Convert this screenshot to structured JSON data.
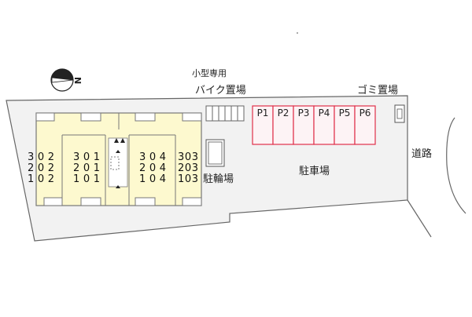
{
  "north_label": "N",
  "labels": {
    "small_only": "小型専用",
    "bike_parking": "バイク置場",
    "garbage": "ゴミ置場",
    "bicycle_parking": "駐輪場",
    "car_parking": "駐車場",
    "road": "道路"
  },
  "parking_spaces": [
    "P1",
    "P2",
    "P3",
    "P4",
    "P5",
    "P6"
  ],
  "units": {
    "left_outer": [
      "302",
      "202",
      "102"
    ],
    "left_inner": [
      "301",
      "201",
      "101"
    ],
    "right_inner": [
      "304",
      "204",
      "104"
    ],
    "right_outer": [
      "303",
      "203",
      "103"
    ]
  },
  "colors": {
    "building_fill": "#fdf9cf",
    "parking_outline": "#e0304a",
    "parking_fill": "#fdf3f5",
    "site_fill": "#f2f2f2",
    "line": "#666666"
  }
}
